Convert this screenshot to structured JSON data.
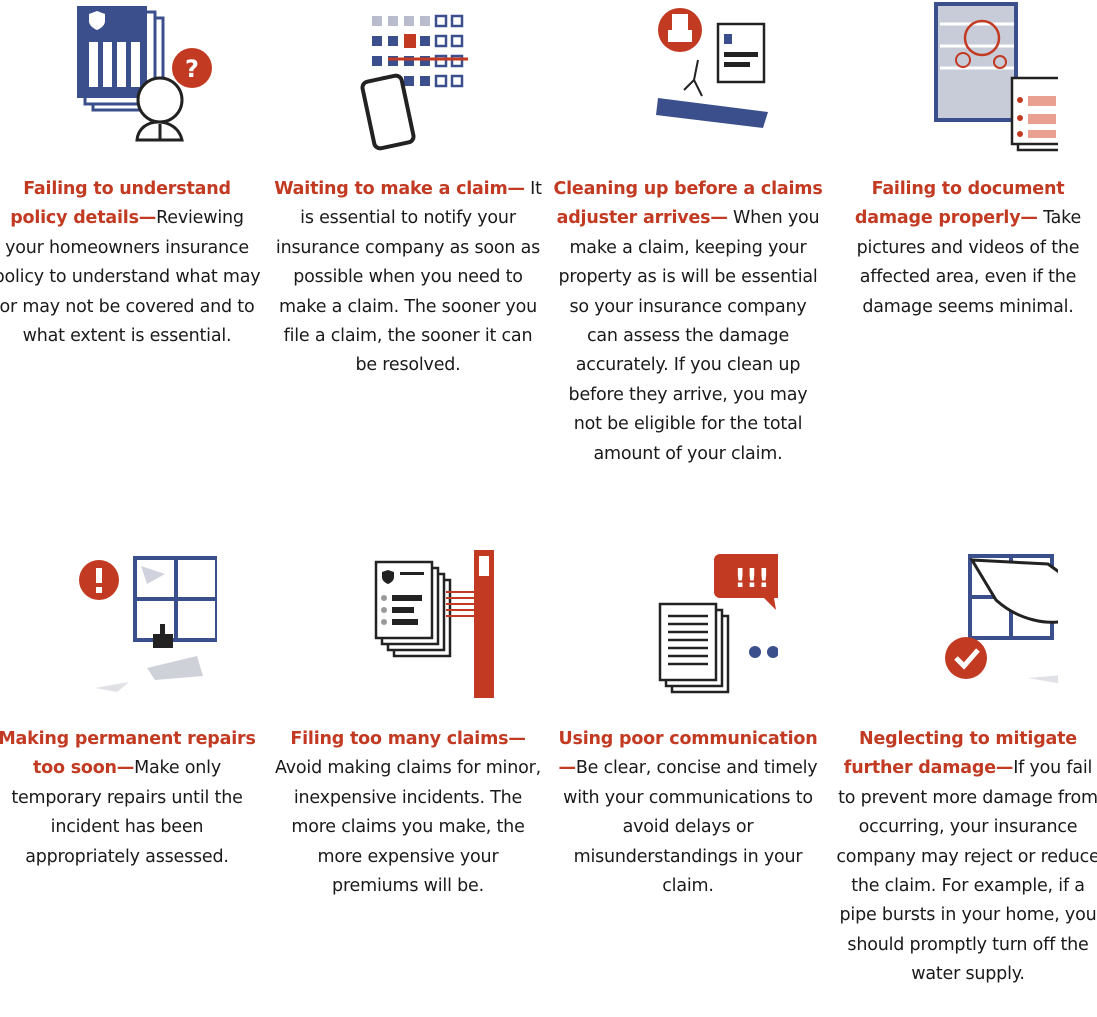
{
  "colors": {
    "accent": "#c23a22",
    "navy": "#3b4f8c",
    "text": "#1a1a1a"
  },
  "items": [
    {
      "title": "Failing to understand policy details—",
      "body": "Reviewing your homeowners insurance policy to understand what may or may not be covered and to what extent is essential.",
      "icon": "policy-document-question-icon"
    },
    {
      "title": "Waiting to make a claim—",
      "body": " It is essential to notify your insurance company as soon as possible when you need to make a claim. The sooner you file a claim, the sooner it can be resolved.",
      "icon": "calendar-phone-icon"
    },
    {
      "title": "Cleaning up before a claims adjuster arrives—",
      "body": " When you make a claim, keeping your property as is will be essential so your insurance company can assess the damage accurately. If you clean up before they arrive, you may not be eligible for the total amount of your claim.",
      "icon": "broom-debris-icon"
    },
    {
      "title": "Failing to document damage properly—",
      "body": " Take pictures and videos of the affected area, even if the damage seems minimal.",
      "icon": "damaged-siding-report-icon"
    },
    {
      "title": "Making permanent repairs too soon—",
      "body": "Make only temporary repairs until the incident has been appropriately assessed.",
      "icon": "window-repair-icon"
    },
    {
      "title": "Filing too many claims—",
      "body": " Avoid making claims for minor, inexpensive incidents. The more claims you make, the more expensive your premiums will be.",
      "icon": "stacked-claims-gauge-icon"
    },
    {
      "title": "Using poor communication—",
      "body": "Be clear, concise and timely with your communications to avoid delays or misunderstandings in your claim.",
      "icon": "speech-bubble-documents-icon"
    },
    {
      "title": "Neglecting to mitigate further damage—",
      "body": "If you fail to prevent more damage from occurring, your insurance company may reject or reduce the claim. For example, if a pipe bursts in your home, you should promptly turn off the water supply.",
      "icon": "covered-window-check-icon"
    }
  ]
}
